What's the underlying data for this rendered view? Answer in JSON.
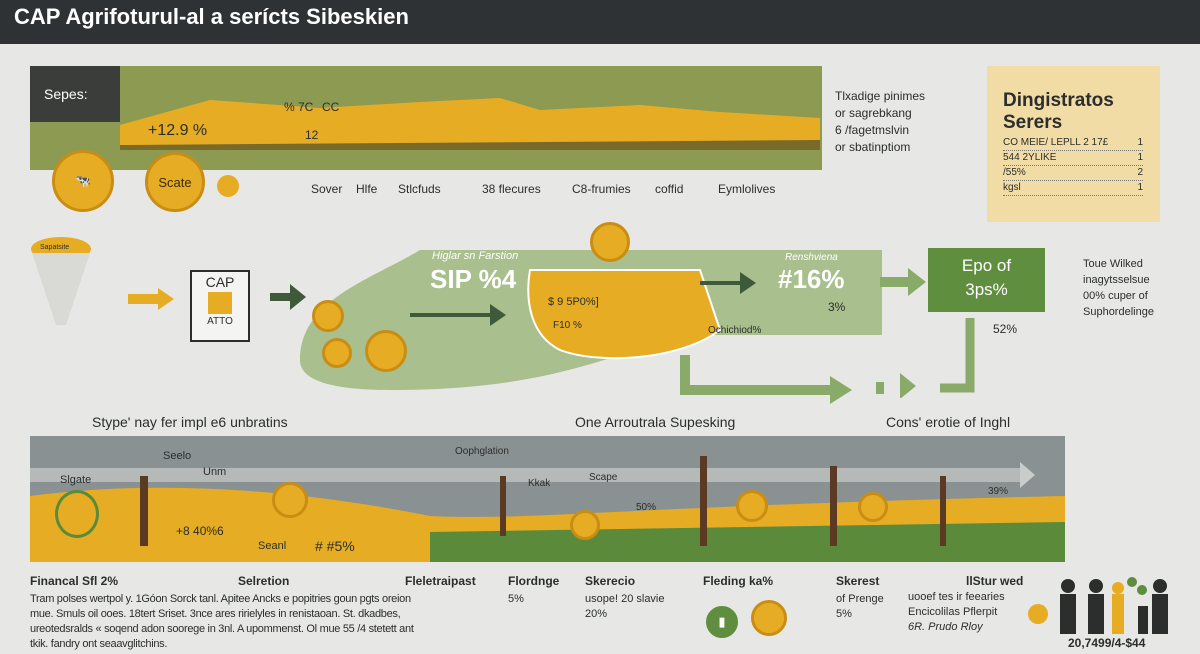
{
  "header": {
    "title": "CAP  Agrifoturul-al a serícts Sibeskien"
  },
  "colors": {
    "header": "#2e3235",
    "olive": "#8d9a52",
    "yellow": "#e6ad24",
    "green": "#5f8e3f",
    "light_green": "#a9bf8e",
    "beige": "#f1dca6"
  },
  "top_band": {
    "label": "Sepes:",
    "stat": "+12.9 %",
    "small_a": "% 7C",
    "small_b": "CC",
    "small_c": "12",
    "categories": [
      "Sover",
      "Hlfe",
      "Stlcfuds",
      "38 flecures",
      "C8-frumies",
      "coffid",
      "Eymlolives"
    ]
  },
  "coins": {
    "scale_label": "Scate"
  },
  "side_note": {
    "lines": [
      "Tlxadige pinimes",
      "or sagrebkang",
      "6 /fagetmslvin",
      "or sbatinptiom"
    ]
  },
  "beige_box": {
    "title_1": "Dingistratos",
    "title_2": "Serers",
    "rows": [
      "CO MEIE/ LEPLL 2 17£",
      "544 2YLIKE",
      "/55%",
      "kgsl"
    ],
    "marks": [
      "1",
      "1",
      "2",
      "1"
    ]
  },
  "flow": {
    "funnel_label": "Sapatsite",
    "cap_label": "CAP",
    "cap_sub": "ATTO",
    "blob_heading": "Higlar sn Farstion",
    "blob_value": "SIP %4",
    "inner_value": "$ 9 5P0%]",
    "inner_sub": "F10 %",
    "renew_label": "Renshviena",
    "renew_value": "#16%",
    "renew_sub": "3%",
    "under_label": "Ochichiod%",
    "box_line1": "Epo of",
    "box_line2": "3ps%",
    "box_sub": "52%",
    "right_note": [
      "Toue Wilked",
      "inagytsselsue",
      "00% cuper of",
      "Suphordelinge"
    ]
  },
  "sections": [
    "Stype' nay fer impl e6 unbratins",
    "One Arroutrala Supesking",
    "Cons' erotie of Inghl"
  ],
  "landscape": {
    "tag_a": "Seelo",
    "tag_b": "Unm",
    "tag_c": "Slgate",
    "tag_d": "Oophglation",
    "tag_e": "Kkak",
    "tag_f": "Scape",
    "tag_g": "50%",
    "tag_h": "39%",
    "value_a": "+8 40%6",
    "value_b": "Seanl",
    "value_c": "# #5%"
  },
  "bottom": {
    "col1": {
      "title": "Financal Sfl 2%",
      "lines": [
        "Tram polses wertpol y. 1Góon Sorck tanl. Apitee Ancks e popitries goun pgts oreion",
        "mue. Smuls  oil ooes. 18tert  Sriset. 3nce ares ririelyles in renistaoan. St. dkadbes,",
        "ureotedsralds « soqend adon soorege in 3nl. A upommenst. Ol mue 55 /4 stetett ant",
        "tkik. fandry ont seaavglitchins."
      ]
    },
    "col2": {
      "title": "Selretion"
    },
    "col3": {
      "title": "Fleletraipast"
    },
    "col4": {
      "title": "Flordnge",
      "lines": [
        "5%"
      ]
    },
    "col5": {
      "title": "Skerecio",
      "lines": [
        "usope! 20 slavie",
        "20%"
      ]
    },
    "col6": {
      "title": "Fleding ka%"
    },
    "col7": {
      "title": "Skerest",
      "lines": [
        "of Prenge",
        "5%"
      ]
    },
    "col8": {
      "title": "llStur wed",
      "lines": [
        "uooef tes ir feearies",
        "Encicolilas  Pflerpit",
        "6R. Prudo Rloy"
      ]
    },
    "total": "20,7499/4-$44"
  }
}
